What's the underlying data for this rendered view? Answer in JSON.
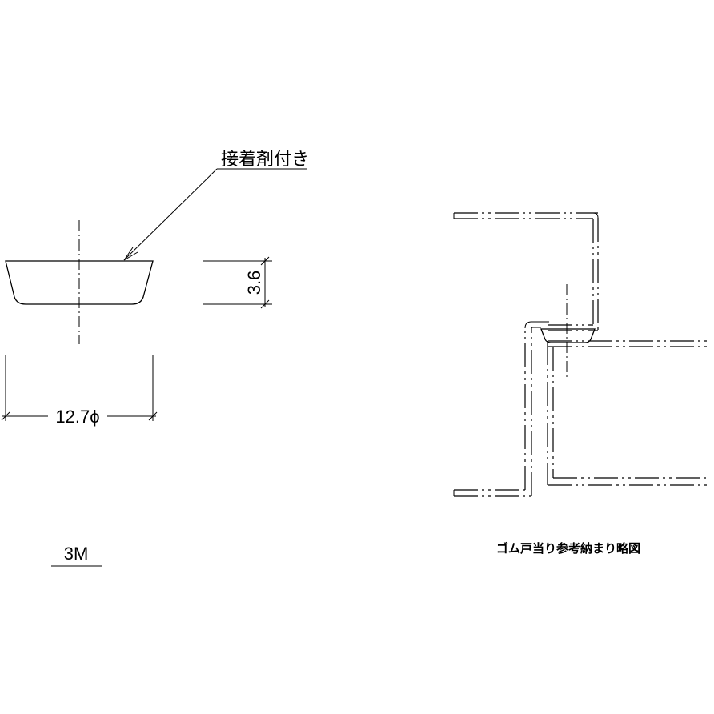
{
  "labels": {
    "adhesive_note": "接着剤付き",
    "height_dimension": "3.6",
    "diameter_dimension": "12.7ϕ",
    "brand": "3M",
    "detail_caption": "ゴム戸当り参考納まり略図"
  }
}
